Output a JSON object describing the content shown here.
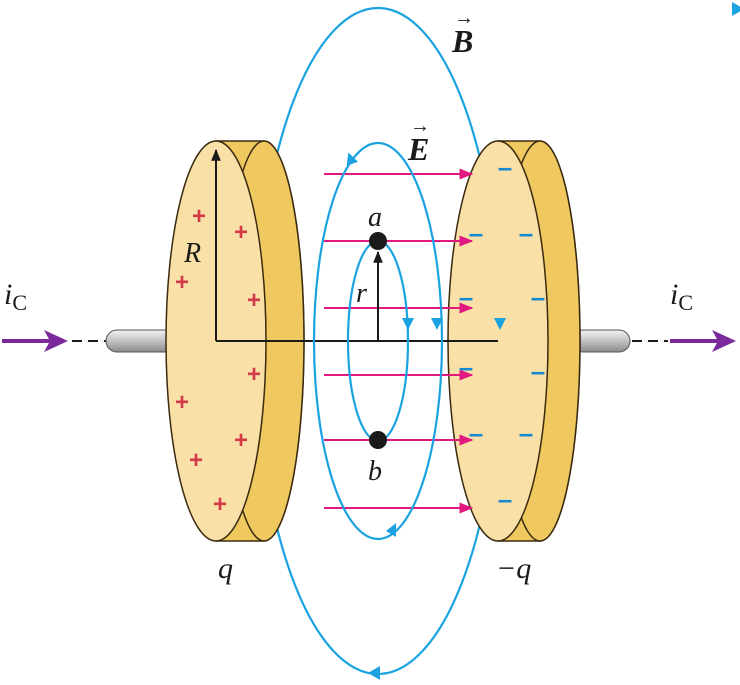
{
  "labels": {
    "current_left_i": "i",
    "current_left_sub": "C",
    "current_right_i": "i",
    "current_right_sub": "C",
    "radius": "R",
    "small_radius": "r",
    "point_a": "a",
    "point_b": "b",
    "charge_left": "q",
    "charge_right": "−q",
    "magnetic_field": "B",
    "electric_field": "E",
    "vector_arrow": "→"
  },
  "symbols": {
    "plus": "+",
    "minus": "–"
  },
  "colors": {
    "plate_face": "#f8e0a6",
    "plate_edge": "#f0c860",
    "plate_outline": "#3a2a10",
    "b_field": "#1aa3e0",
    "e_field": "#e01880",
    "current_arrow": "#7a2a9a",
    "plus_sign": "#d23a4a",
    "minus_sign": "#1a8ad0",
    "wire": "#b8b8b8"
  }
}
